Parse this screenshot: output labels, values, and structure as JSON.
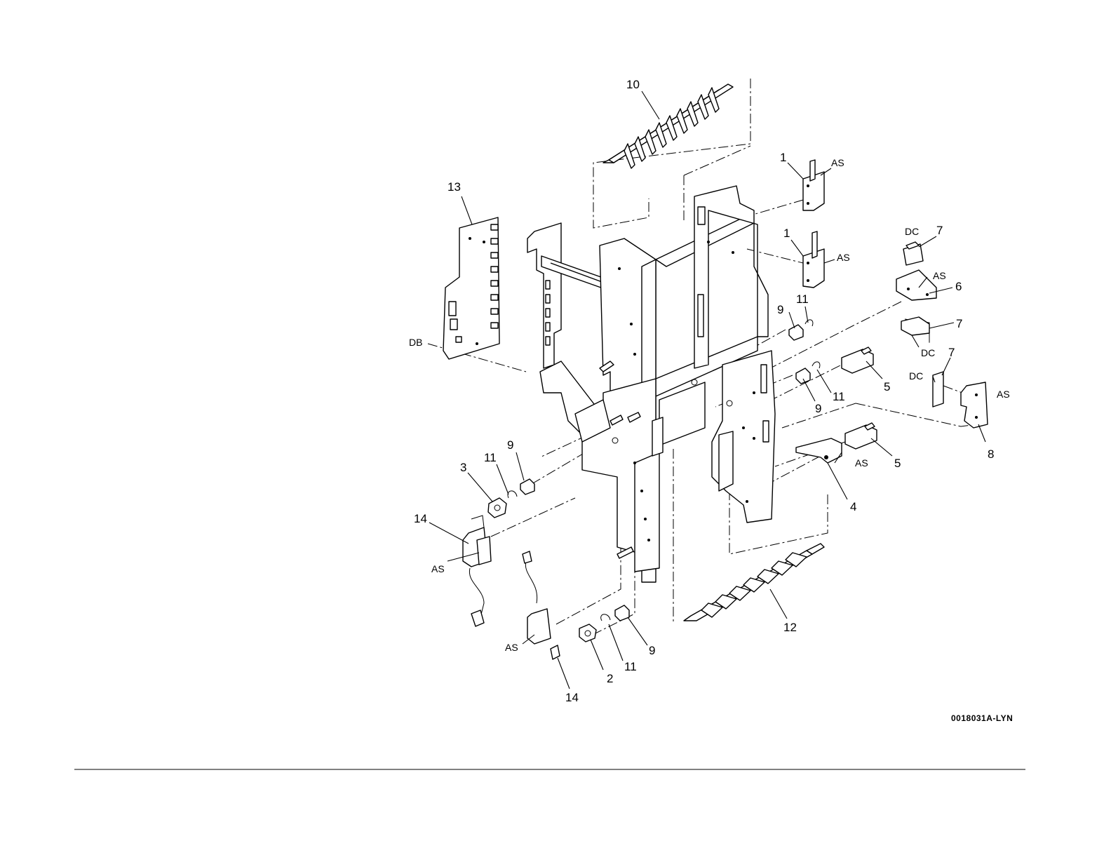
{
  "diagram": {
    "figure_id": "0018031A-LYN",
    "callouts": [
      {
        "id": "c10",
        "text": "10"
      },
      {
        "id": "c13",
        "text": "13"
      },
      {
        "id": "c1a",
        "text": "1"
      },
      {
        "id": "c1b",
        "text": "1"
      },
      {
        "id": "c7a",
        "text": "7"
      },
      {
        "id": "c7b",
        "text": "7"
      },
      {
        "id": "c7c",
        "text": "7"
      },
      {
        "id": "c6",
        "text": "6"
      },
      {
        "id": "c9a",
        "text": "9"
      },
      {
        "id": "c11a",
        "text": "11"
      },
      {
        "id": "c9b",
        "text": "9"
      },
      {
        "id": "c11b",
        "text": "11"
      },
      {
        "id": "c5a",
        "text": "5"
      },
      {
        "id": "c5b",
        "text": "5"
      },
      {
        "id": "c8",
        "text": "8"
      },
      {
        "id": "c4",
        "text": "4"
      },
      {
        "id": "c3",
        "text": "3"
      },
      {
        "id": "c11c",
        "text": "11"
      },
      {
        "id": "c9c",
        "text": "9"
      },
      {
        "id": "c14a",
        "text": "14"
      },
      {
        "id": "c12",
        "text": "12"
      },
      {
        "id": "c2",
        "text": "2"
      },
      {
        "id": "c11d",
        "text": "11"
      },
      {
        "id": "c9d",
        "text": "9"
      },
      {
        "id": "c14b",
        "text": "14"
      }
    ],
    "codes": [
      {
        "id": "as1",
        "text": "AS"
      },
      {
        "id": "as2",
        "text": "AS"
      },
      {
        "id": "dc1",
        "text": "DC"
      },
      {
        "id": "as3",
        "text": "AS"
      },
      {
        "id": "dc2",
        "text": "DC"
      },
      {
        "id": "dc3",
        "text": "DC"
      },
      {
        "id": "as4",
        "text": "AS"
      },
      {
        "id": "as5",
        "text": "AS"
      },
      {
        "id": "db",
        "text": "DB"
      },
      {
        "id": "as6",
        "text": "AS"
      },
      {
        "id": "as7",
        "text": "AS"
      }
    ]
  }
}
